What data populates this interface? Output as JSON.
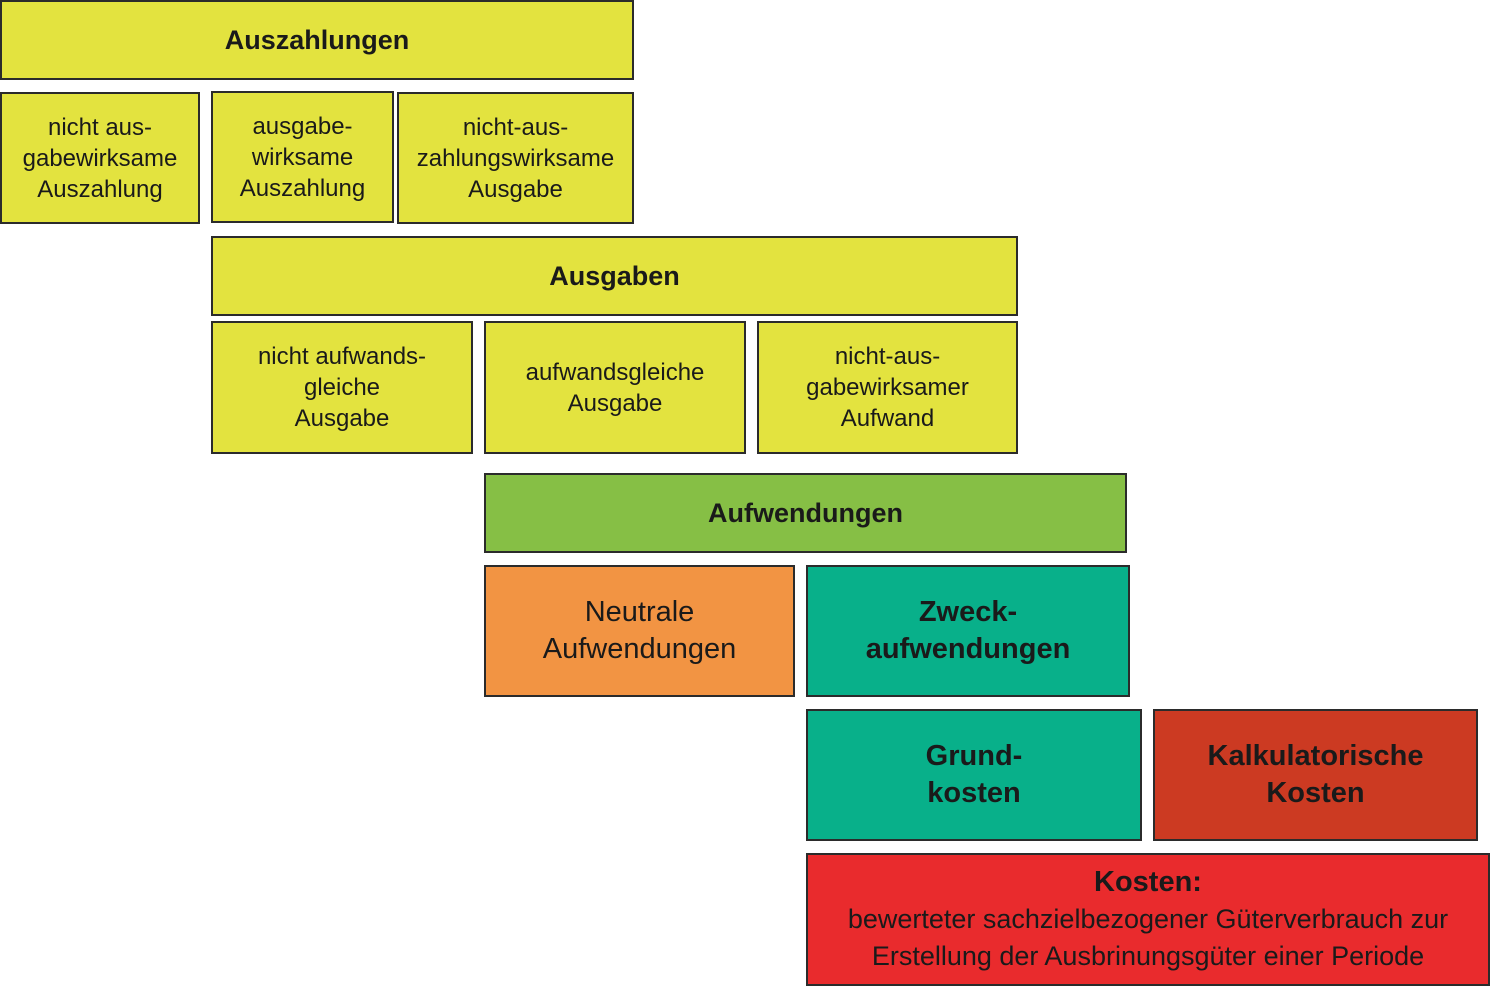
{
  "boxes": {
    "auszahlungen": {
      "lines": [
        "Auszahlungen"
      ]
    },
    "nicht_ausgabewirksame_auszahlung": {
      "lines": [
        "nicht aus-",
        "gabewirksame",
        "Auszahlung"
      ]
    },
    "ausgabewirksame_auszahlung": {
      "lines": [
        "ausgabe-",
        "wirksame",
        "Auszahlung"
      ]
    },
    "nicht_auszahlungswirksame_ausgabe": {
      "lines": [
        "nicht-aus-",
        "zahlungswirksame",
        "Ausgabe"
      ]
    },
    "ausgaben": {
      "lines": [
        "Ausgaben"
      ]
    },
    "nicht_aufwandsgleiche_ausgabe": {
      "lines": [
        "nicht aufwands-",
        "gleiche",
        "Ausgabe"
      ]
    },
    "aufwandsgleiche_ausgabe": {
      "lines": [
        "aufwandsgleiche",
        "Ausgabe"
      ]
    },
    "nicht_ausgabewirksamer_aufwand": {
      "lines": [
        "nicht-aus-",
        "gabewirksamer",
        "Aufwand"
      ]
    },
    "aufwendungen": {
      "lines": [
        "Aufwendungen"
      ]
    },
    "neutrale_aufwendungen": {
      "lines": [
        "Neutrale",
        "Aufwendungen"
      ]
    },
    "zweckaufwendungen": {
      "lines": [
        "Zweck-",
        "aufwendungen"
      ]
    },
    "grundkosten": {
      "lines": [
        "Grund-",
        "kosten"
      ]
    },
    "kalkulatorische_kosten": {
      "lines": [
        "Kalkulatorische",
        "Kosten"
      ]
    },
    "kosten": {
      "title": "Kosten:",
      "lines": [
        "bewerteter sachzielbezogener Güterverbrauch zur",
        "Erstellung der Ausbrinungsgüter einer Periode"
      ]
    }
  },
  "colors": {
    "yellow": "#e3e33f",
    "green": "#86bf45",
    "orange": "#f29443",
    "teal": "#08b08a",
    "dark_red": "#cc3a22",
    "red": "#e92b2d"
  }
}
